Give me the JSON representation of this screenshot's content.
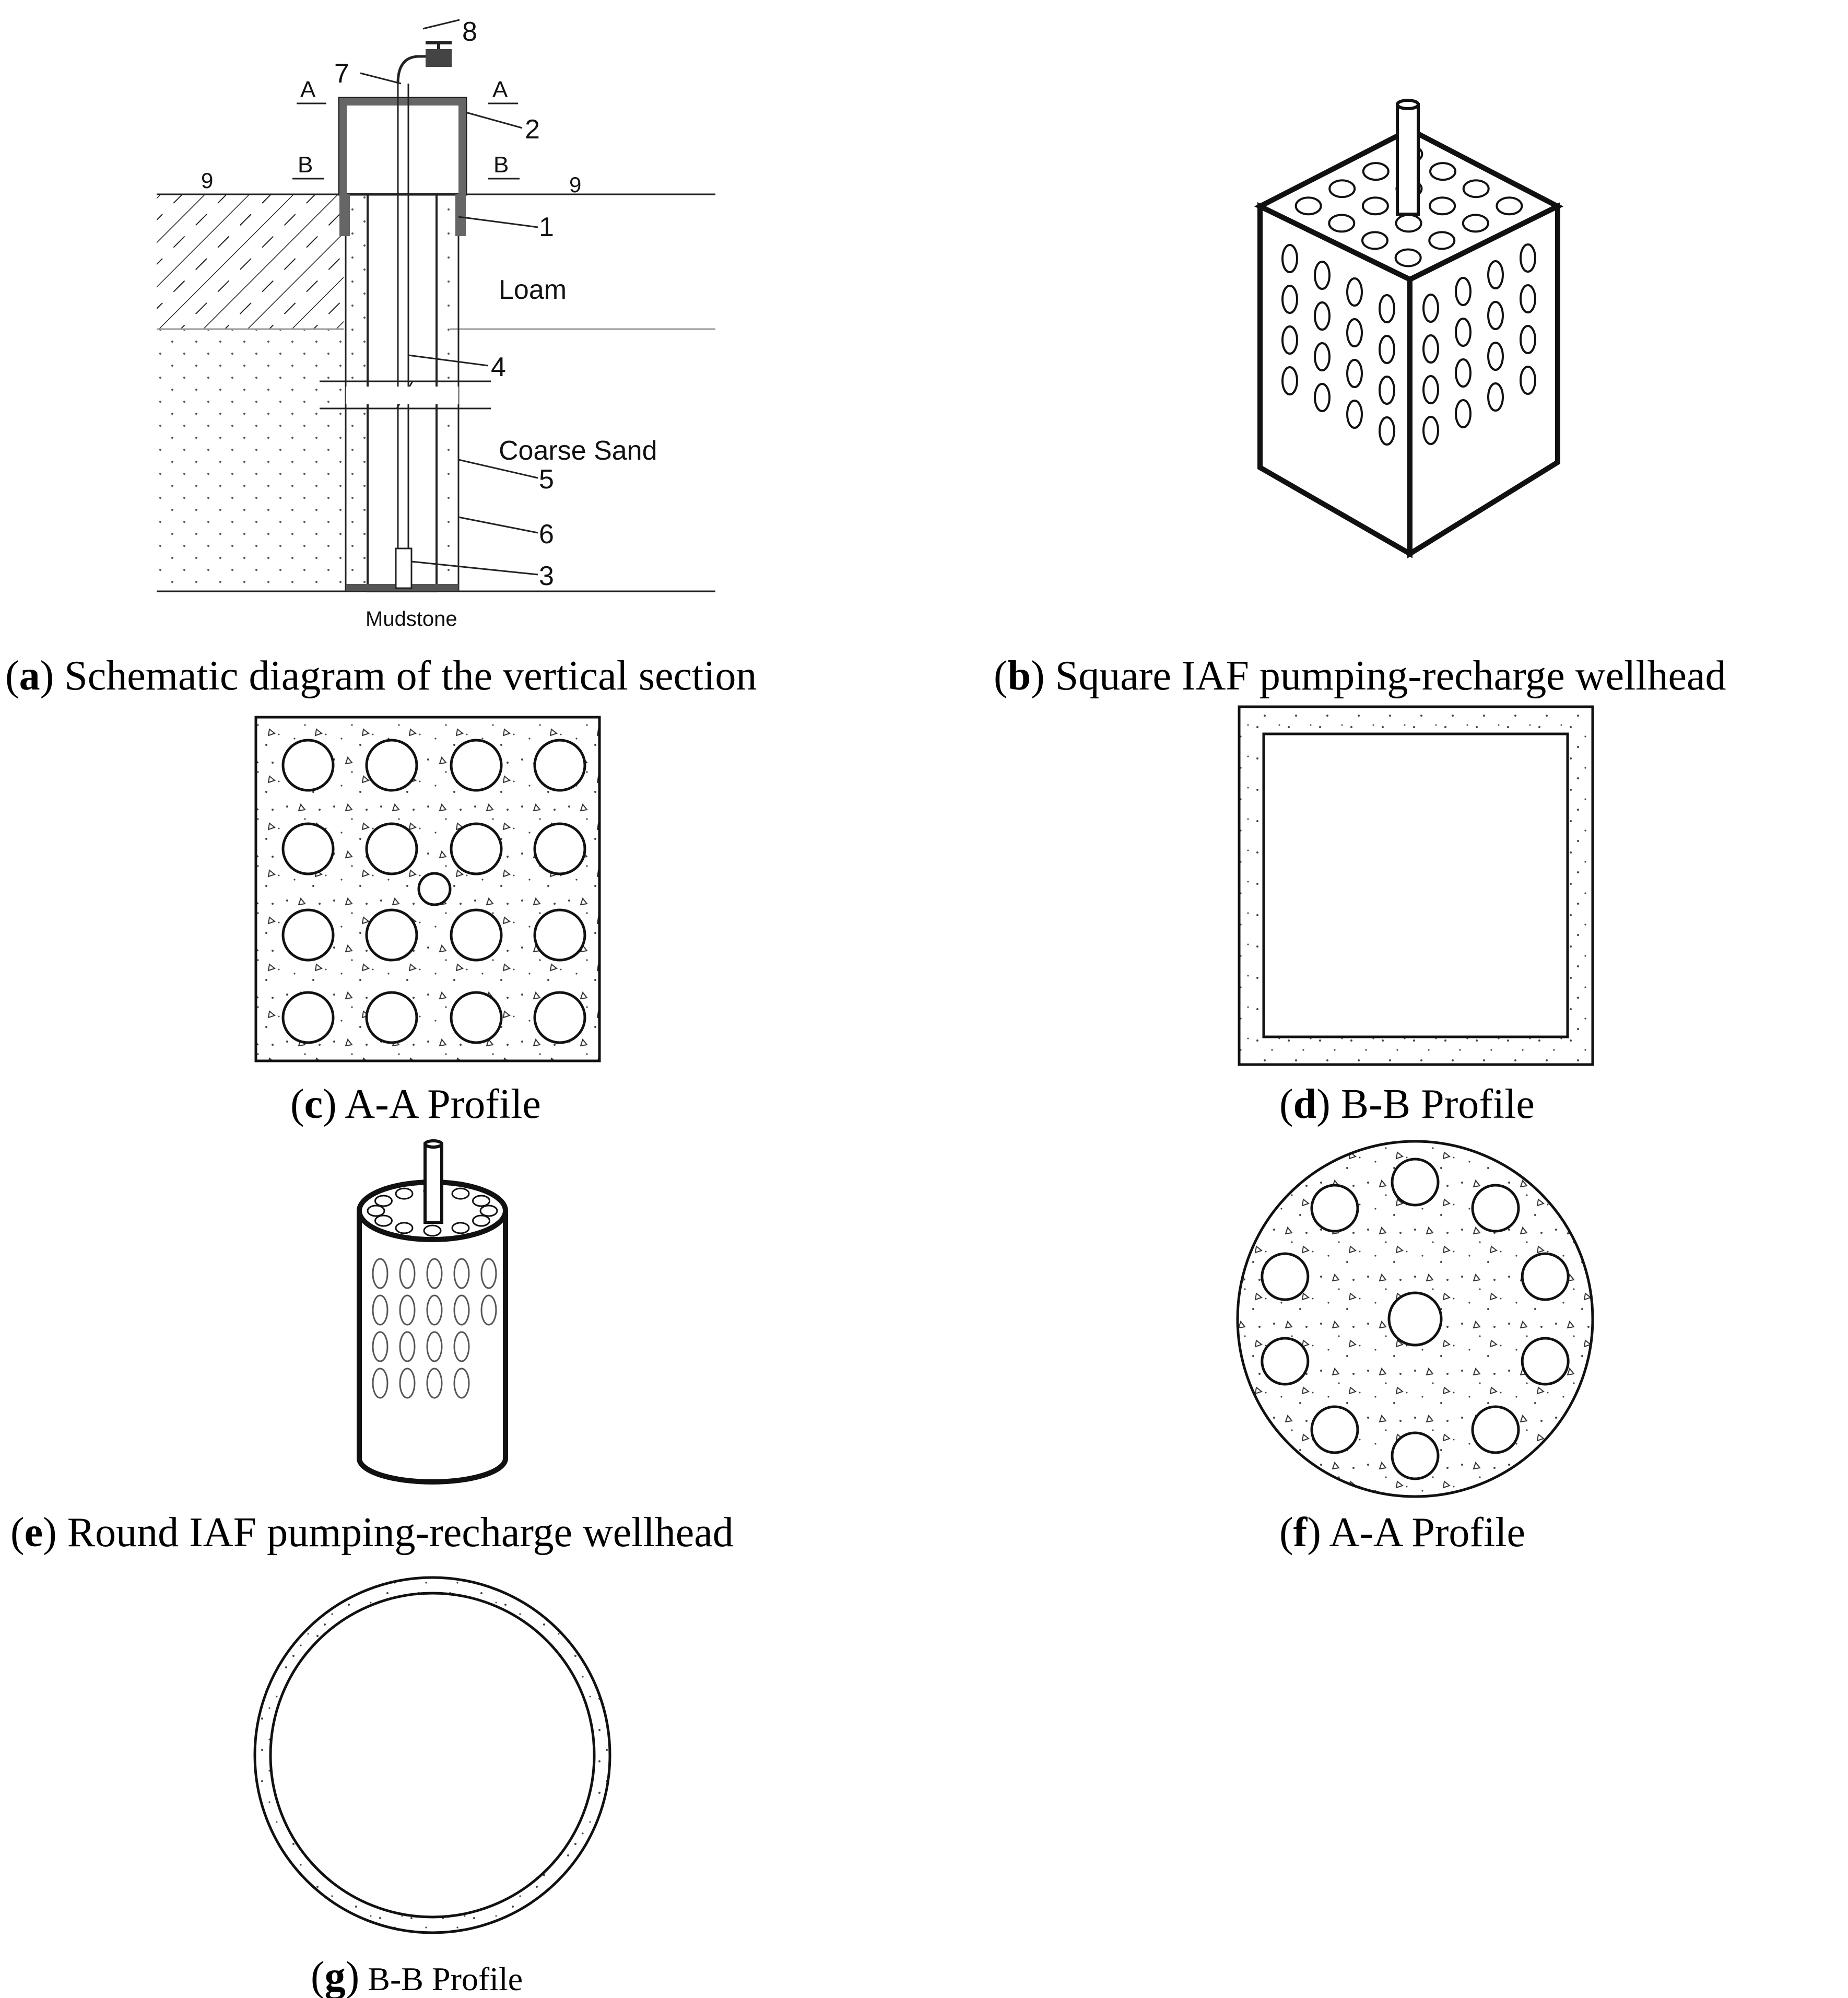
{
  "panel_a": {
    "section_a_left": "A",
    "section_a_right": "A",
    "section_b_left": "B",
    "section_b_right": "B",
    "ground_left": "9",
    "ground_right": "9",
    "n1": "1",
    "n2": "2",
    "n3": "3",
    "n4": "4",
    "n5": "5",
    "n6": "6",
    "n7": "7",
    "n8": "8",
    "loam": "Loam",
    "coarse_sand": "Coarse Sand",
    "mudstone": "Mudstone",
    "caption_letter": "a",
    "caption_text": " Schematic diagram of the vertical section"
  },
  "panel_b": {
    "caption_letter": "b",
    "caption_text": " Square IAF pumping-recharge wellhead"
  },
  "panel_c": {
    "caption_letter": "c",
    "caption_text": " A-A Profile"
  },
  "panel_d": {
    "caption_letter": "d",
    "caption_text": " B-B Profile"
  },
  "panel_e": {
    "caption_letter": "e",
    "caption_text": " Round IAF pumping-recharge wellhead"
  },
  "panel_f": {
    "caption_letter": "f",
    "caption_text": " A-A Profile"
  },
  "panel_g": {
    "caption_letter": "g",
    "caption_text": " B-B Profile"
  },
  "colors": {
    "line": "#222222",
    "background": "#ffffff"
  }
}
